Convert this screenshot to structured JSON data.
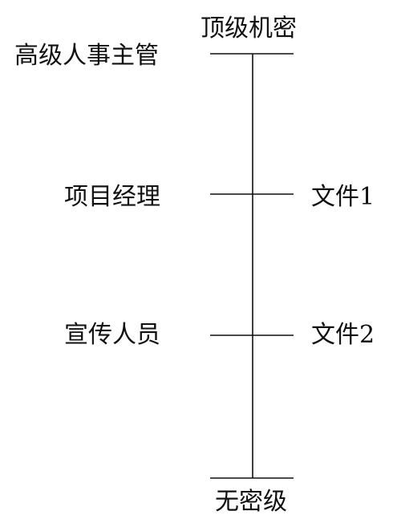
{
  "diagram": {
    "top_label": "顶级机密",
    "bottom_label": "无密级",
    "subjects": [
      "高级人事主管",
      "项目经理",
      "宣传人员"
    ],
    "objects": [
      "文件1",
      "文件2"
    ],
    "line_color": "#111111",
    "text_color": "#111111"
  }
}
